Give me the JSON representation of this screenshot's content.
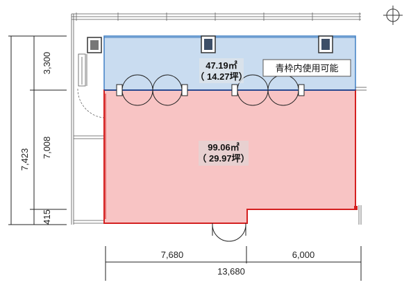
{
  "dimensions": {
    "left_outer": "7,423",
    "left_upper": "3,300",
    "left_middle": "7,008",
    "left_lower": "415",
    "bottom_left": "7,680",
    "bottom_right": "6,000",
    "bottom_total": "13,680"
  },
  "zones": {
    "blue": {
      "area": "47.19㎡",
      "tsubo": "（ 14.27坪）",
      "note": "青枠内使用可能",
      "fill": "#c9dcf0",
      "stroke": "#4a87c8"
    },
    "red": {
      "area": "99.06㎡",
      "tsubo": "（ 29.97坪）",
      "fill": "#f8c4c4",
      "stroke": "#d42020"
    }
  },
  "compass_icon": "north-compass-icon"
}
